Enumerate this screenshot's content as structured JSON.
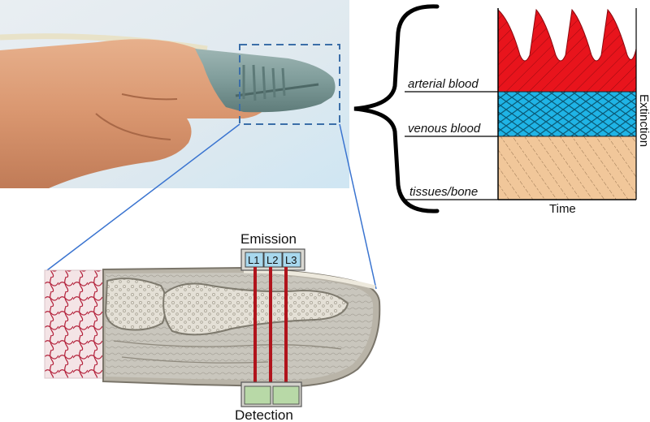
{
  "extinction_chart": {
    "layers": [
      {
        "label": "arterial blood",
        "color": "#e8141c"
      },
      {
        "label": "venous blood",
        "color": "#1fb4e6"
      },
      {
        "label": "tissues/bone",
        "color": "#f1c79a"
      }
    ],
    "xlabel": "Time",
    "ylabel": "Extinction"
  },
  "sensor": {
    "emission_label": "Emission",
    "detection_label": "Detection",
    "leds": [
      "L1",
      "L2",
      "L3"
    ],
    "light_path_color": "#b0141c"
  }
}
